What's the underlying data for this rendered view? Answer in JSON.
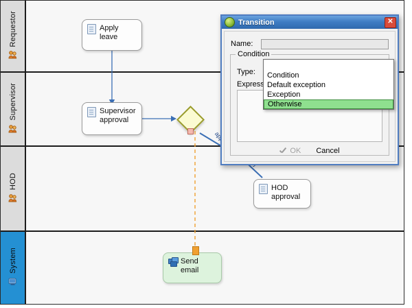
{
  "canvas": {
    "lanes": [
      {
        "label": "Requestor",
        "icon": "people-icon",
        "selected": false
      },
      {
        "label": "Supervisor",
        "icon": "people-icon",
        "selected": false
      },
      {
        "label": "HOD",
        "icon": "people-icon",
        "selected": false
      },
      {
        "label": "System",
        "icon": "computer-icon",
        "selected": true
      }
    ],
    "nodes": [
      {
        "id": "apply-leave",
        "label": "Apply leave",
        "icon": "document-icon",
        "style": "white"
      },
      {
        "id": "supervisor-approval",
        "label": "Supervisor approval",
        "icon": "document-icon",
        "style": "white"
      },
      {
        "id": "hod-approval",
        "label": "HOD approval",
        "icon": "document-icon",
        "style": "white"
      },
      {
        "id": "send-email",
        "label": "Send email",
        "icon": "mail-icon",
        "style": "green"
      }
    ],
    "gateway": {
      "name": "decision-gateway",
      "fill": "#fbfbd2",
      "border": "#9a9c2e"
    },
    "edge_labels": [
      {
        "id": "edge-approve",
        "text": "app"
      },
      {
        "id": "edge-reject",
        "text": "rej"
      }
    ],
    "colors": {
      "lane_header": "#dcdcdc",
      "lane_selected": "#2490d3",
      "lane_body": "#f7f7f7",
      "connector": "#3b6fb5",
      "dashed_connector": "#f0a030"
    }
  },
  "dialog": {
    "title": "Transition",
    "icon": "transition-icon",
    "close_label": "✕",
    "name": {
      "label": "Name:",
      "value": "",
      "placeholder": ""
    },
    "condition_group": {
      "caption": "Condition"
    },
    "type": {
      "label": "Type:",
      "value": "Otherwise"
    },
    "expression": {
      "label": "Expression:",
      "value": ""
    },
    "dropdown": {
      "open": true,
      "options": [
        "",
        "Condition",
        "Default exception",
        "Exception",
        "Otherwise"
      ],
      "selected": "Otherwise"
    },
    "buttons": {
      "ok": {
        "label": "OK",
        "enabled": false,
        "icon": "check-icon"
      },
      "cancel": {
        "label": "Cancel",
        "enabled": true
      }
    }
  }
}
